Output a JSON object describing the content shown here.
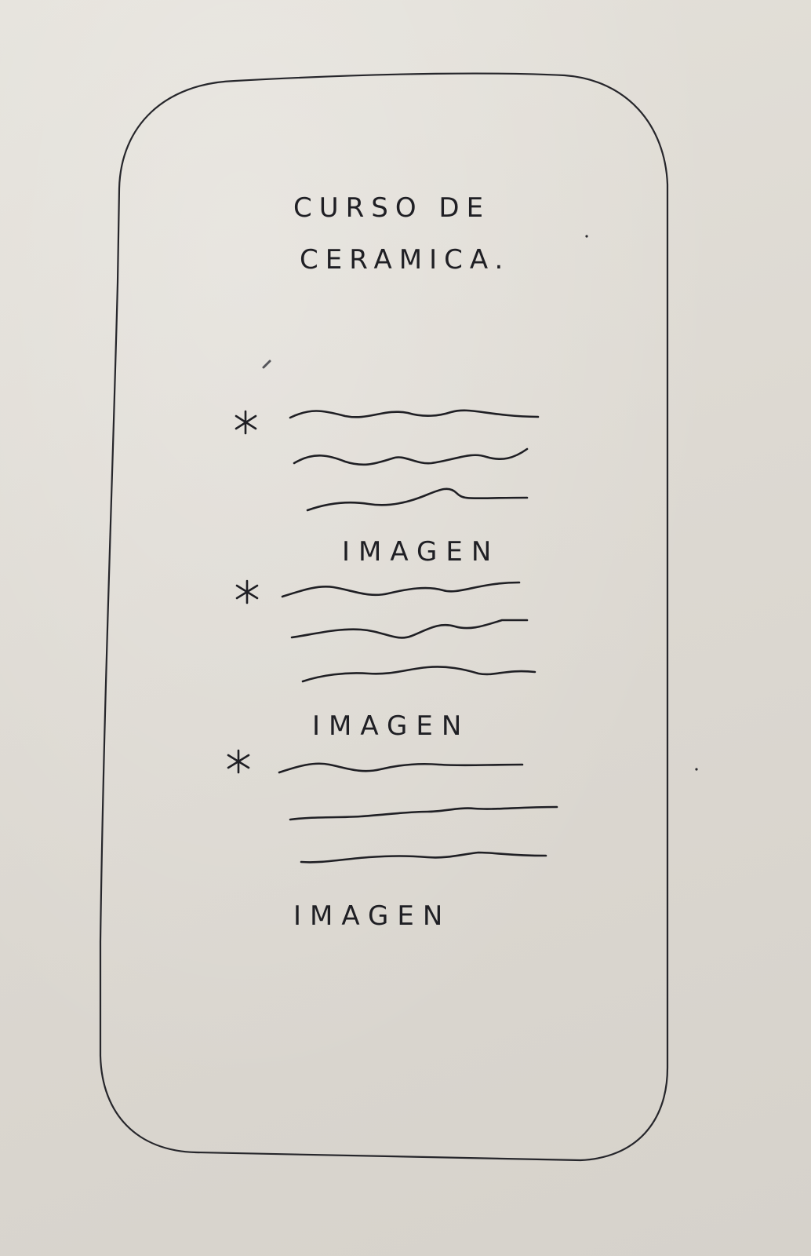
{
  "screen": {
    "title_line_1": "CURSO DE",
    "title_line_2": "CERAMICA.",
    "items": [
      {
        "bullet": "*",
        "image_label": "IMAGEN"
      },
      {
        "bullet": "*",
        "image_label": "IMAGEN"
      },
      {
        "bullet": "*",
        "image_label": "IMAGEN"
      }
    ]
  },
  "colors": {
    "ink": "#1f1f24",
    "paper": "#e0ddd6"
  }
}
